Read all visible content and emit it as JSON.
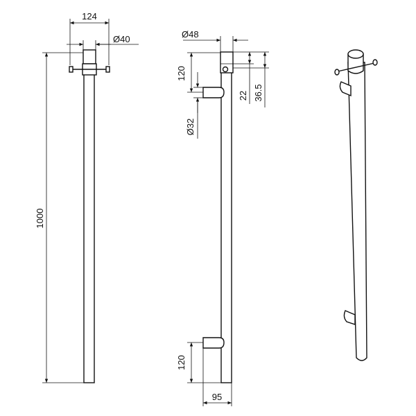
{
  "front_view": {
    "width_label": "124",
    "diameter_label": "Ø40",
    "height_label": "1000"
  },
  "side_view": {
    "head_diameter_label": "Ø48",
    "top_offset_label": "120",
    "bracket_diameter_label": "Ø32",
    "bracket_offset_label": "22",
    "bracket_height_label": "36.5",
    "bottom_offset_label": "120",
    "depth_label": "95"
  }
}
